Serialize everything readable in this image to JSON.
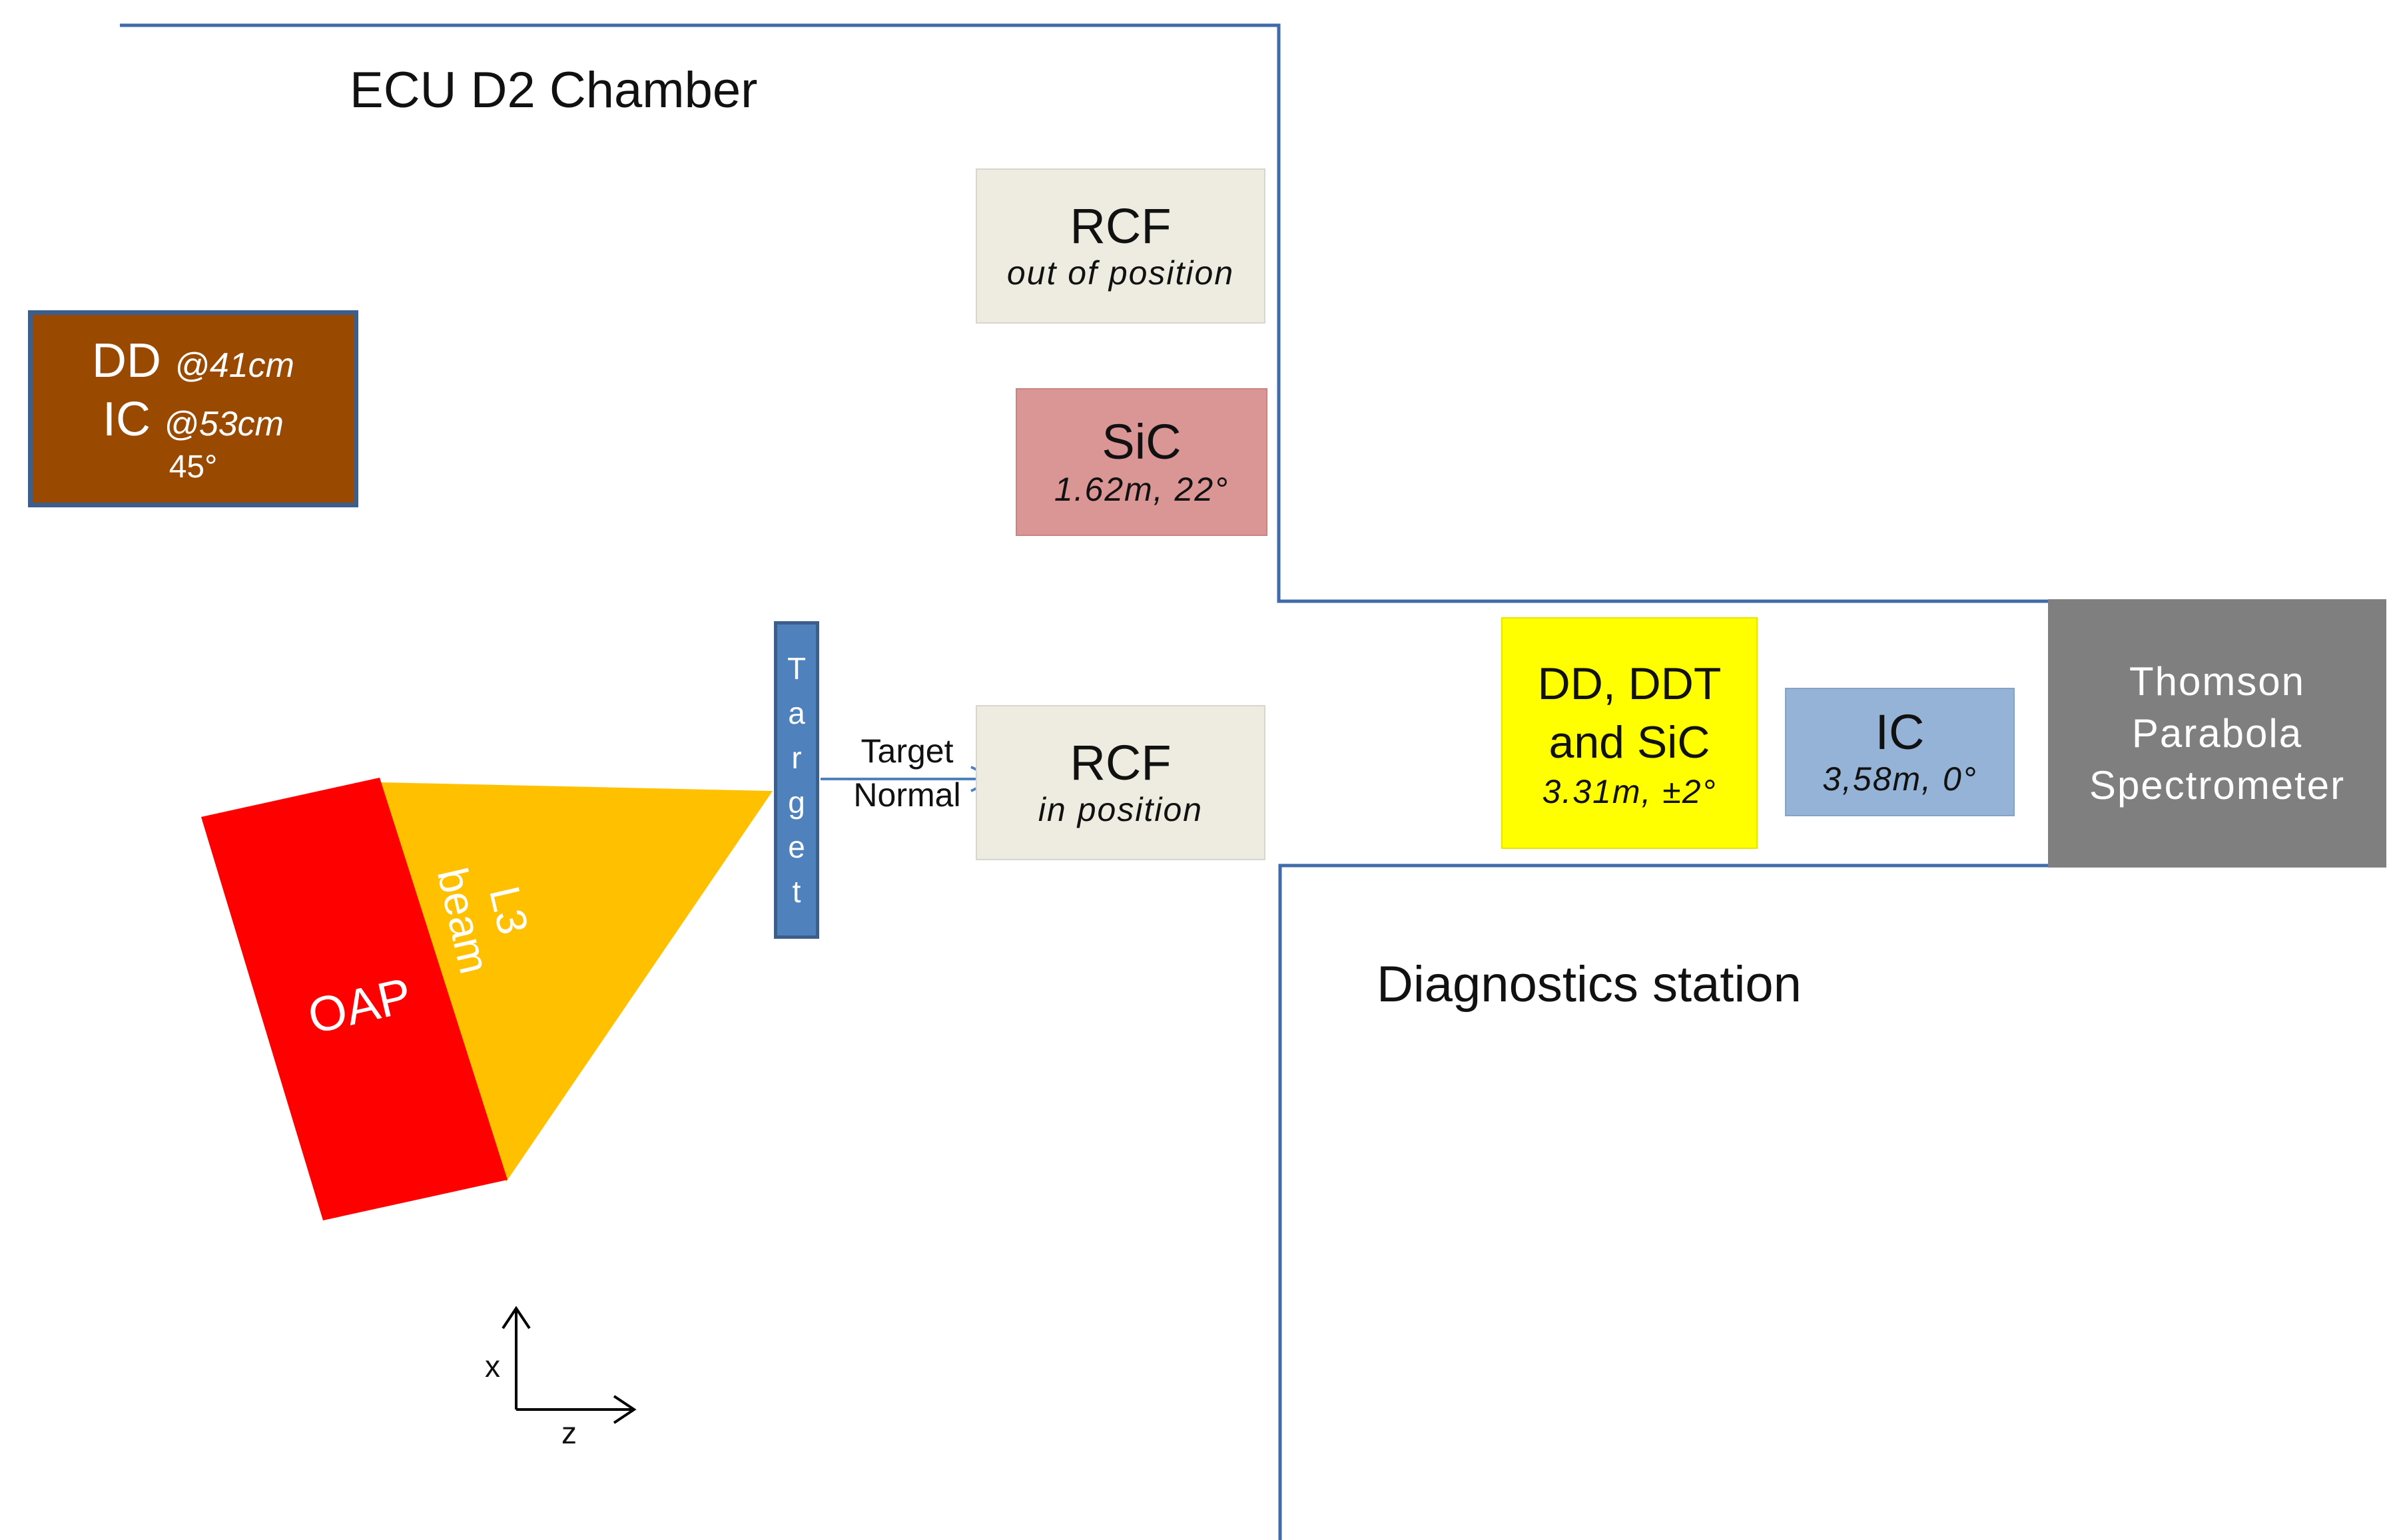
{
  "title": "ECU D2 Chamber",
  "station_title": "Diagnostics station",
  "dd_ic_box": {
    "dd_label": "DD",
    "dd_dist": "@41cm",
    "ic_label": "IC",
    "ic_dist": "@53cm",
    "angle": "45°"
  },
  "rcf_out": {
    "label": "RCF",
    "sub": "out of position"
  },
  "sic_box": {
    "label": "SiC",
    "sub": "1.62m, 22°"
  },
  "rcf_in": {
    "label": "RCF",
    "sub": "in position"
  },
  "target_letters": [
    "T",
    "a",
    "r",
    "g",
    "e",
    "t"
  ],
  "target_normal": {
    "line1": "Target",
    "line2": "Normal"
  },
  "dd_ddt_sic": {
    "line1": "DD, DDT",
    "line2": "and SiC",
    "sub": "3.31m, ±2°"
  },
  "ic_box": {
    "label": "IC",
    "sub": "3,58m, 0°"
  },
  "thomson": {
    "line1": "Thomson",
    "line2": "Parabola",
    "line3": "Spectrometer"
  },
  "oap_label": "OAP",
  "beam_label": {
    "line1": "L3",
    "line2": "beam"
  },
  "axes": {
    "x": "x",
    "z": "z"
  },
  "colors": {
    "dd_ic_fill": "#994A00",
    "dd_ic_border": "#3B5E8C",
    "rcf_fill": "#EEECE1",
    "sic_fill": "#D99694",
    "yellow_fill": "#FFFF00",
    "ic_fill": "#95B3D7",
    "thomson_fill": "#7F7F7F",
    "target_fill": "#4F81BD",
    "oap_fill": "#FF0000",
    "beam_fill": "#FFC000",
    "line_color": "#3F6BAA"
  }
}
